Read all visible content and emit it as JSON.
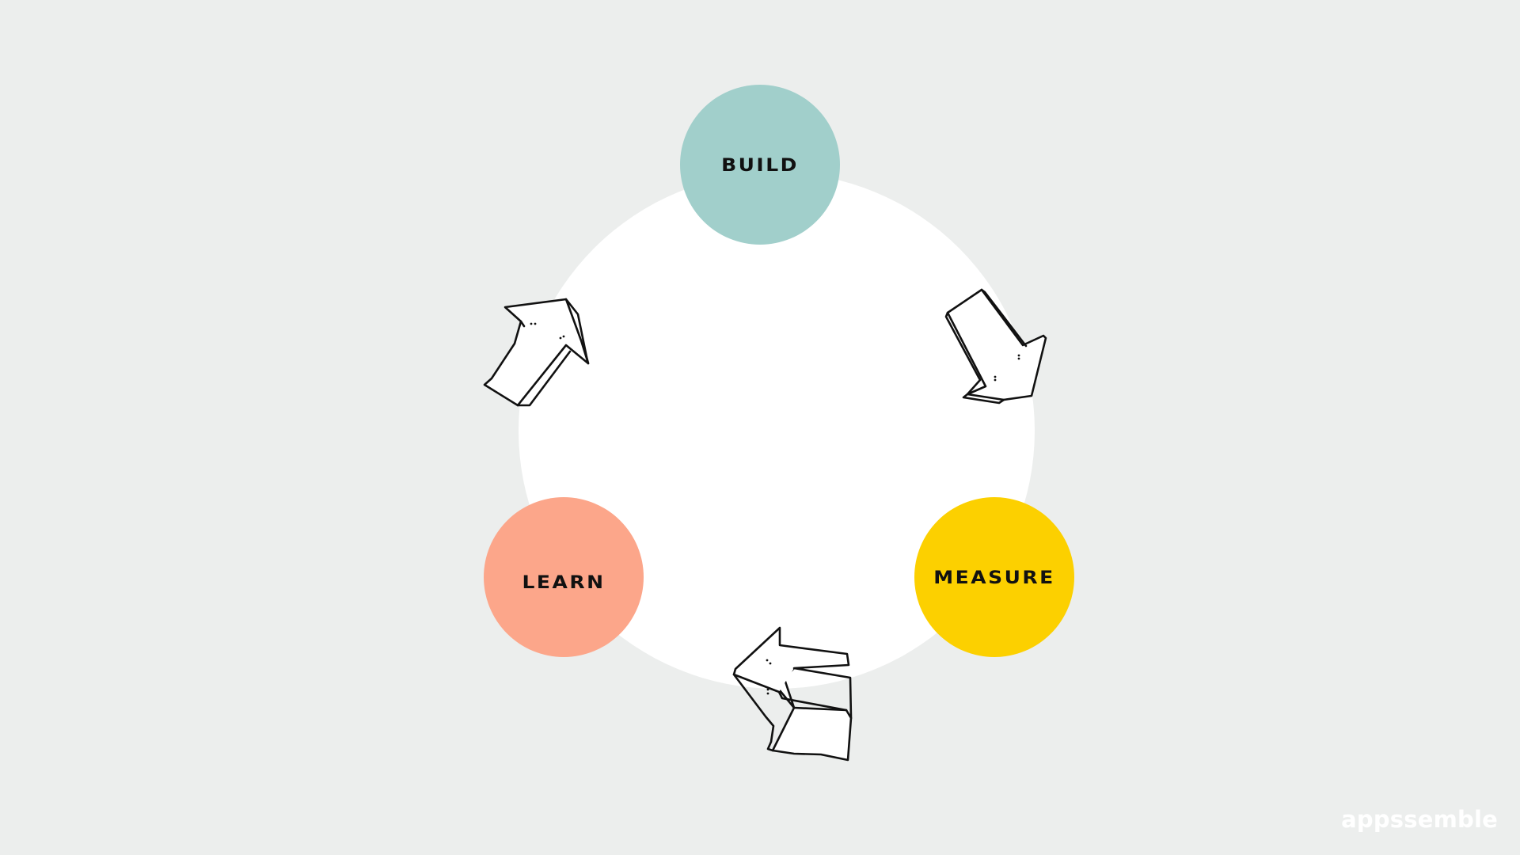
{
  "diagram": {
    "nodes": [
      {
        "id": "build",
        "label": "BUILD",
        "color": "#a1cfcb"
      },
      {
        "id": "measure",
        "label": "MEASURE",
        "color": "#fcd000"
      },
      {
        "id": "learn",
        "label": "LEARN",
        "color": "#fca68a"
      }
    ],
    "edges": [
      {
        "from": "build",
        "to": "measure"
      },
      {
        "from": "measure",
        "to": "learn"
      },
      {
        "from": "learn",
        "to": "build"
      }
    ]
  },
  "brand": {
    "text": "appssemble"
  },
  "colors": {
    "background": "#eceeed",
    "ring": "#ffffff",
    "arrow_stroke": "#111111"
  }
}
